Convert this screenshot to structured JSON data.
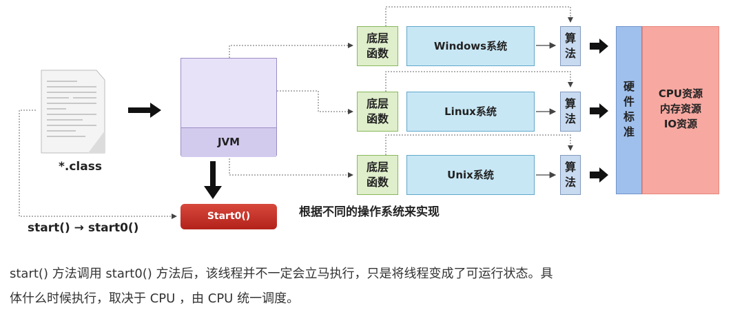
{
  "diagram": {
    "file_label": "*.class",
    "jvm_label": "JVM",
    "start0_label": "Start0()",
    "start_caption": "start() → start0()",
    "impl_note": "根据不同的操作系统来实现",
    "rows": [
      {
        "func_line1": "底层",
        "func_line2": "函数",
        "os": "Windows系统",
        "algo_line1": "算",
        "algo_line2": "法"
      },
      {
        "func_line1": "底层",
        "func_line2": "函数",
        "os": "Linux系统",
        "algo_line1": "算",
        "algo_line2": "法"
      },
      {
        "func_line1": "底层",
        "func_line2": "函数",
        "os": "Unix系统",
        "algo_line1": "算",
        "algo_line2": "法"
      }
    ],
    "hardware": [
      "硬",
      "件",
      "标",
      "准"
    ],
    "resources": [
      "CPU资源",
      "内存资源",
      "IO资源"
    ]
  },
  "paragraph": {
    "line1": "start() 方法调用 start0() 方法后，该线程并不一定会立马执行，只是将线程变成了可运行状态。具",
    "line2": "体什么时候执行，取决于 CPU ，由 CPU 统一调度。"
  }
}
